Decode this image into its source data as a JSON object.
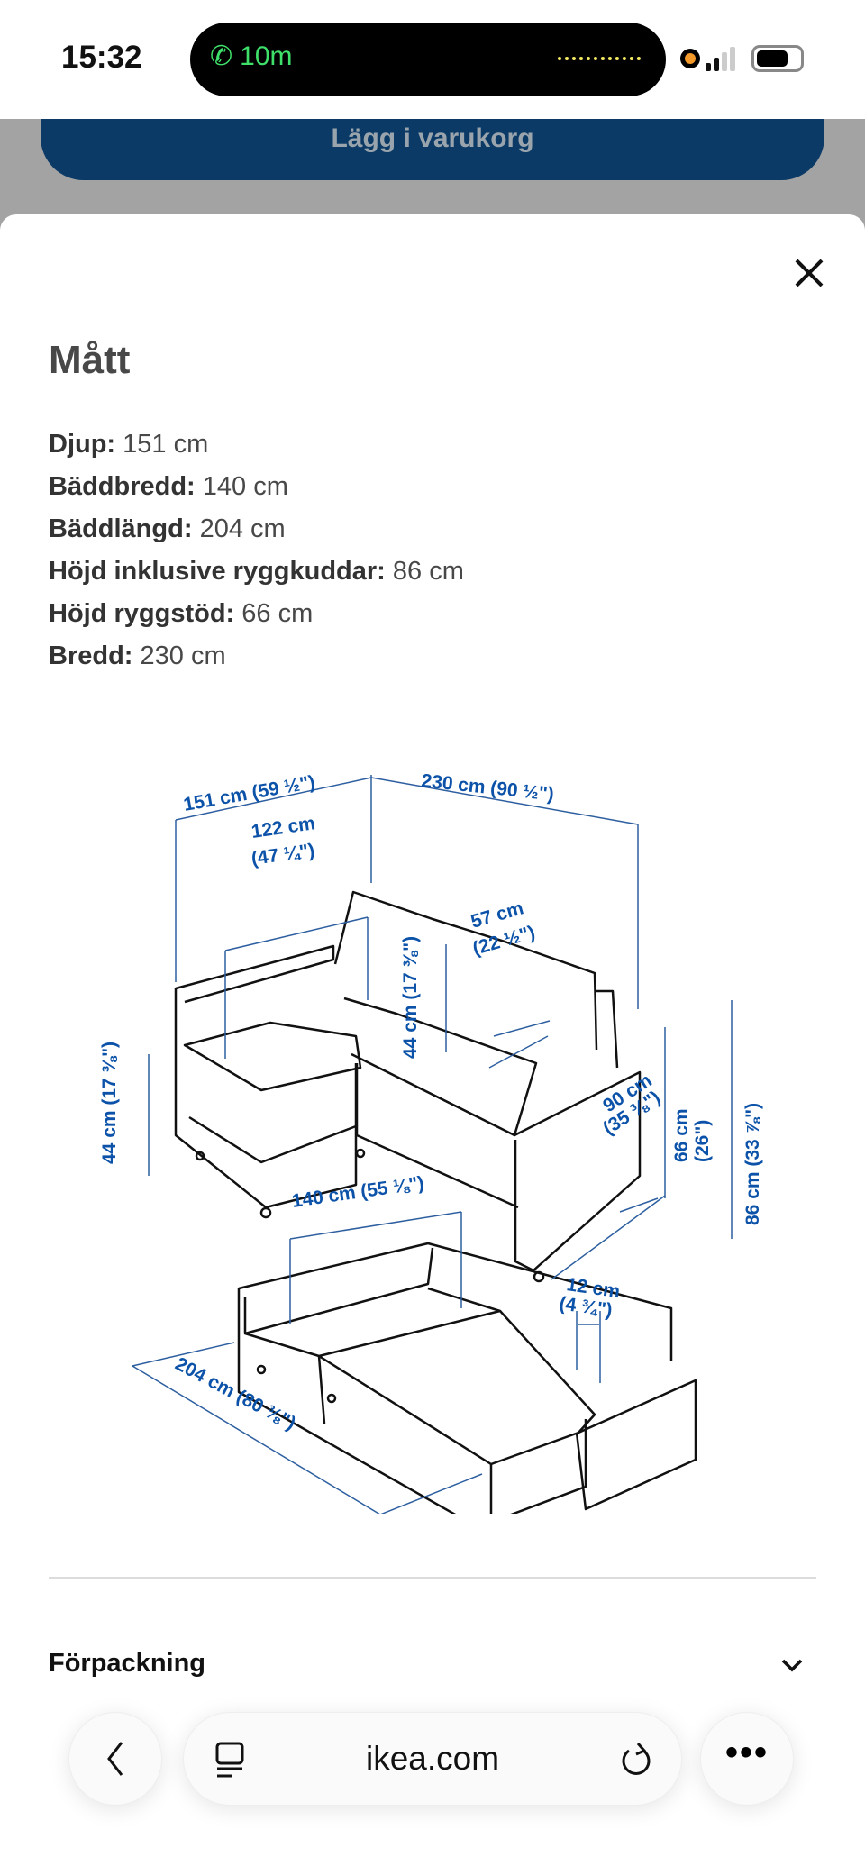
{
  "status_bar": {
    "time": "15:32",
    "call_duration": "10m"
  },
  "background_button": {
    "label": "Lägg i varukorg"
  },
  "sheet": {
    "title": "Mått",
    "specs": [
      {
        "label": "Djup:",
        "value": "151 cm"
      },
      {
        "label": "Bäddbredd:",
        "value": "140 cm"
      },
      {
        "label": "Bäddlängd:",
        "value": "204 cm"
      },
      {
        "label": "Höjd inklusive ryggkuddar:",
        "value": "86 cm"
      },
      {
        "label": "Höjd ryggstöd:",
        "value": "66 cm"
      },
      {
        "label": "Bredd:",
        "value": "230 cm"
      }
    ],
    "diagram": {
      "sofa": {
        "depth": "151 cm (59 ½\")",
        "width": "230 cm (90 ½\")",
        "chaise_inner_1": "122 cm",
        "chaise_inner_2": "(47 ¼\")",
        "back_cushion": "44 cm (17 ⅜\")",
        "seat_depth_1": "57 cm",
        "seat_depth_2": "(22 ½\")",
        "seat_height": "44 cm (17 ⅜\")",
        "back_height_1": "66 cm",
        "back_height_2": "(26\")",
        "total_height": "86 cm (33 ⅞\")",
        "arm_depth_1": "90 cm",
        "arm_depth_2": "(35 ⅜\")"
      },
      "bed": {
        "bed_width": "140 cm (55 ⅛\")",
        "arm_1": "12 cm",
        "arm_2": "(4 ¾\")",
        "bed_length": "204 cm (80 ⅜\")"
      },
      "label_color": "#0b52a8"
    },
    "section": {
      "label": "Förpackning"
    }
  },
  "browser": {
    "url": "ikea.com"
  }
}
